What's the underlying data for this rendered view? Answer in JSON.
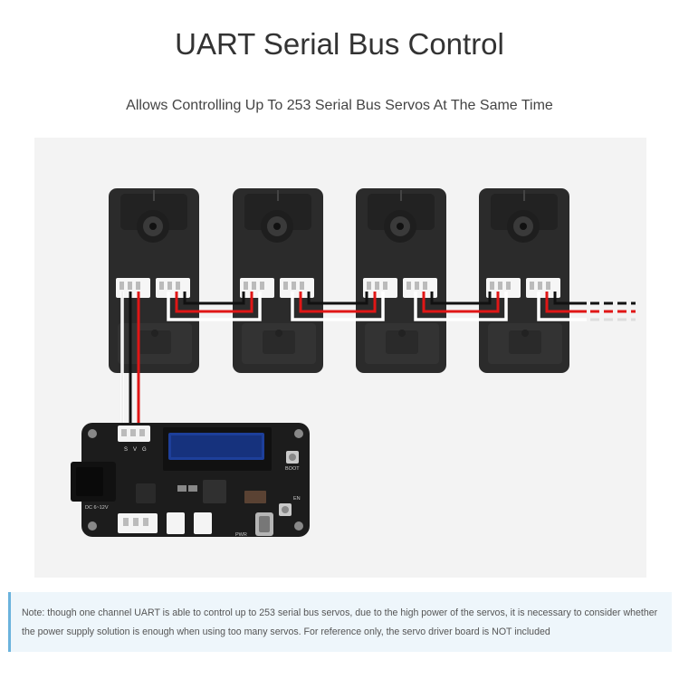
{
  "header": {
    "title": "UART Serial Bus Control",
    "subtitle": "Allows Controlling Up To 253 Serial Bus Servos At The Same Time"
  },
  "diagram": {
    "servo_count": 4,
    "board_pin_labels": [
      "S",
      "V",
      "G"
    ],
    "board_silk": {
      "boot": "BOOT",
      "en": "EN",
      "dc": "DC 6~12V",
      "pwr": "PWR"
    },
    "colors": {
      "background": "#f3f3f3",
      "servo_body": "#2b2b2b",
      "wire_red": "#e01616",
      "wire_black": "#111111",
      "wire_white": "#ffffff",
      "pcb": "#1c1c1c",
      "oled": "#1d3f9a"
    }
  },
  "note": {
    "text": "Note: though one channel UART is able to control up to 253 serial bus servos, due to the high power of the servos, it is necessary to consider whether the power supply solution is enough when using too many servos. For reference only, the servo driver board is NOT included"
  }
}
